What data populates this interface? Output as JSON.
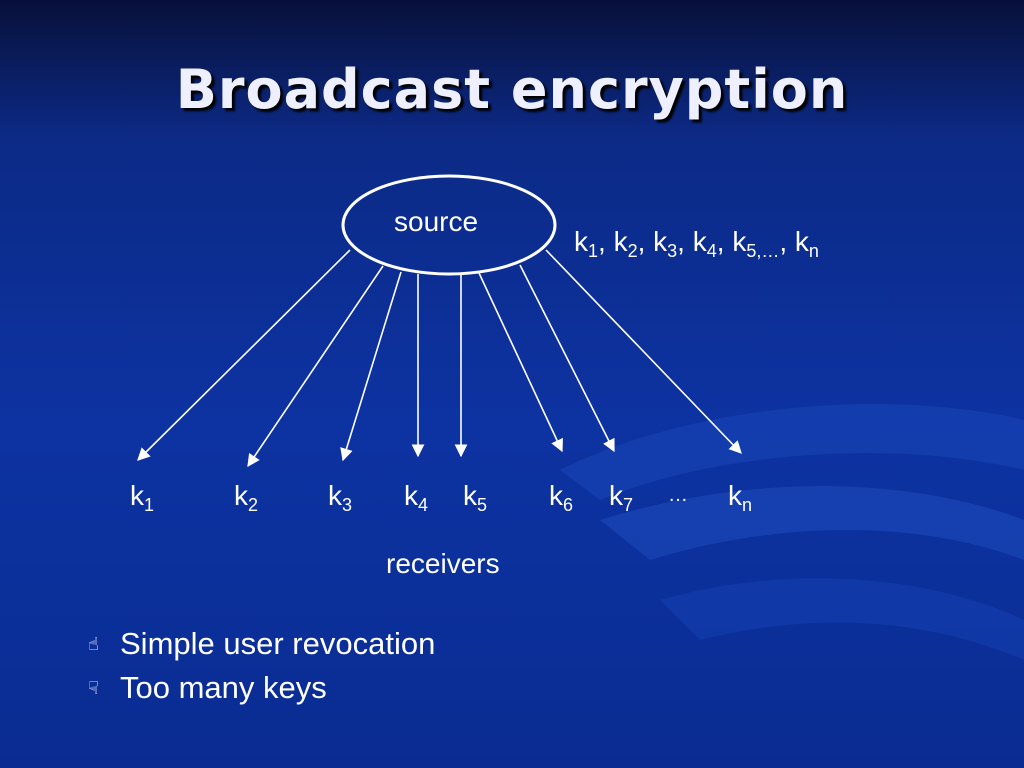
{
  "slide": {
    "title": "Broadcast encryption"
  },
  "diagram": {
    "source_label": "source",
    "key_list": {
      "k": "k",
      "subs": [
        "1",
        "2",
        "3",
        "4",
        "5,…",
        "n"
      ],
      "separator": ", "
    },
    "receivers": [
      {
        "base": "k",
        "sub": "1"
      },
      {
        "base": "k",
        "sub": "2"
      },
      {
        "base": "k",
        "sub": "3"
      },
      {
        "base": "k",
        "sub": "4"
      },
      {
        "base": "k",
        "sub": "5"
      },
      {
        "base": "k",
        "sub": "6"
      },
      {
        "base": "k",
        "sub": "7"
      },
      {
        "base": "k",
        "sub": "n"
      }
    ],
    "ellipsis": "…",
    "receivers_label": "receivers"
  },
  "bullets": [
    {
      "icon": "thumbs-up-icon",
      "glyph": "☝",
      "text": "Simple user revocation"
    },
    {
      "icon": "thumbs-down-icon",
      "glyph": "☟",
      "text": "Too many keys"
    }
  ],
  "colors": {
    "background_top": "#07103a",
    "background": "#0d33a2",
    "text": "#ffffff"
  }
}
